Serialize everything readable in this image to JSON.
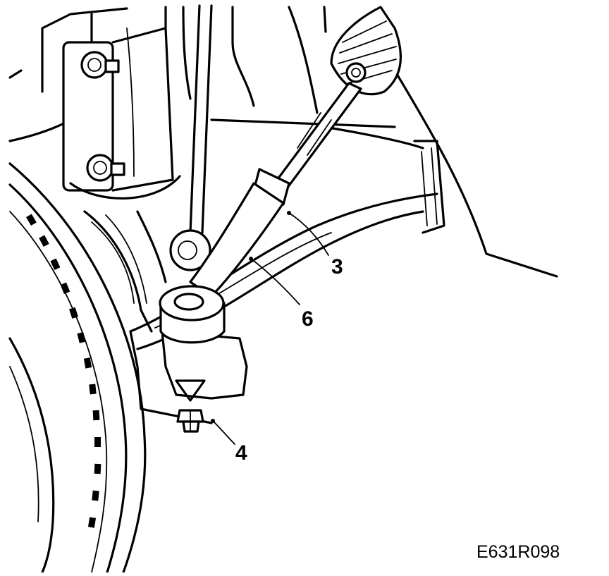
{
  "figure_id": "E631R098",
  "callouts": {
    "c3": "3",
    "c4": "4",
    "c6": "6"
  },
  "colors": {
    "line": "#000000",
    "background": "#ffffff"
  }
}
